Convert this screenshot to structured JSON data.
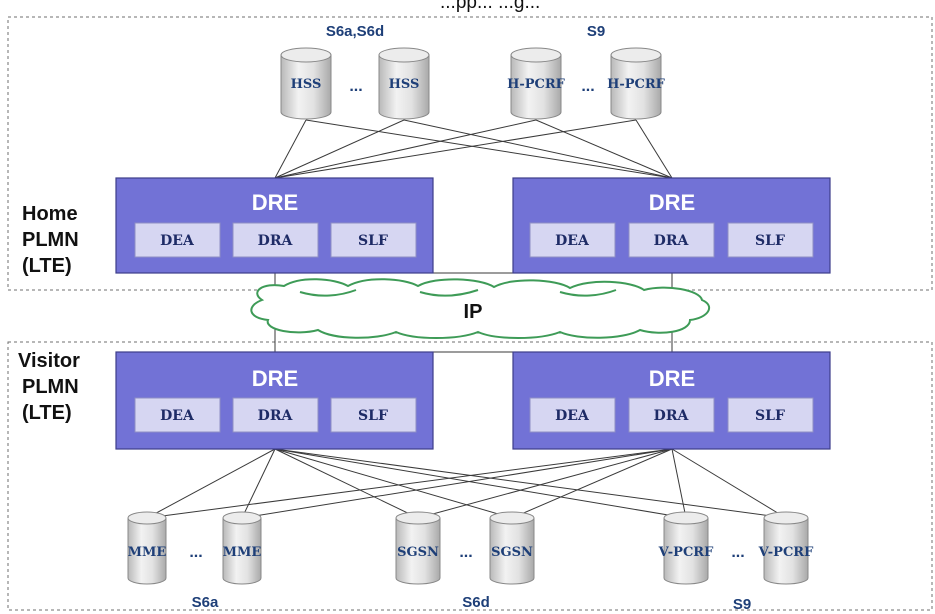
{
  "caption": "...pp... ...g...",
  "regions": {
    "home": {
      "lines": [
        "Home",
        "PLMN",
        "(LTE)"
      ]
    },
    "visitor": {
      "lines": [
        "Visitor",
        "PLMN",
        "(LTE)"
      ]
    }
  },
  "top_interfaces": {
    "left": "S6a,S6d",
    "right": "S9"
  },
  "bottom_interfaces": {
    "left": "S6a",
    "middle": "S6d",
    "right": "S9"
  },
  "top_nodes": {
    "hss_1": "HSS",
    "hss_dots": "...",
    "hss_2": "HSS",
    "hpcrf_1": "H-PCRF",
    "hpcrf_dots": "...",
    "hpcrf_2": "H-PCRF"
  },
  "bottom_nodes": {
    "mme_1": "MME",
    "mme_dots": "...",
    "mme_2": "MME",
    "sgsn_1": "SGSN",
    "sgsn_dots": "...",
    "sgsn_2": "SGSN",
    "vpcrf_1": "V-PCRF",
    "vpcrf_dots": "...",
    "vpcrf_2": "V-PCRF"
  },
  "dre": {
    "title": "DRE",
    "modules": [
      "DEA",
      "DRA",
      "SLF"
    ]
  },
  "network": {
    "label": "IP"
  },
  "colors": {
    "dre_fill": "#7272d6",
    "module_fill": "#d6d6f2",
    "node_text": "#1e3f78",
    "cloud_outline": "#3e9b57"
  }
}
